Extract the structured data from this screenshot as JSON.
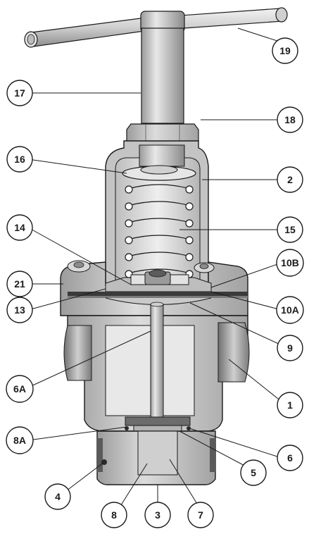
{
  "diagram": {
    "subject": "Pressure regulator cross-section with T-handle adjuster",
    "callouts": [
      {
        "id": "c19",
        "label": "19"
      },
      {
        "id": "c17",
        "label": "17"
      },
      {
        "id": "c18",
        "label": "18"
      },
      {
        "id": "c16",
        "label": "16"
      },
      {
        "id": "c2",
        "label": "2"
      },
      {
        "id": "c14",
        "label": "14"
      },
      {
        "id": "c15",
        "label": "15"
      },
      {
        "id": "c21",
        "label": "21"
      },
      {
        "id": "c10b",
        "label": "10B"
      },
      {
        "id": "c13",
        "label": "13"
      },
      {
        "id": "c10a",
        "label": "10A"
      },
      {
        "id": "c9",
        "label": "9"
      },
      {
        "id": "c6a",
        "label": "6A"
      },
      {
        "id": "c1",
        "label": "1"
      },
      {
        "id": "c8a",
        "label": "8A"
      },
      {
        "id": "c6",
        "label": "6"
      },
      {
        "id": "c4",
        "label": "4"
      },
      {
        "id": "c5",
        "label": "5"
      },
      {
        "id": "c8",
        "label": "8"
      },
      {
        "id": "c3",
        "label": "3"
      },
      {
        "id": "c7",
        "label": "7"
      }
    ],
    "colors": {
      "metal_light": "#d6d6d6",
      "metal_mid": "#a9a9a9",
      "metal_dark": "#5e5e5e",
      "section_cut": "#3a3a3a",
      "line": "#1a1a1a",
      "callout_fill": "#ffffff"
    }
  }
}
